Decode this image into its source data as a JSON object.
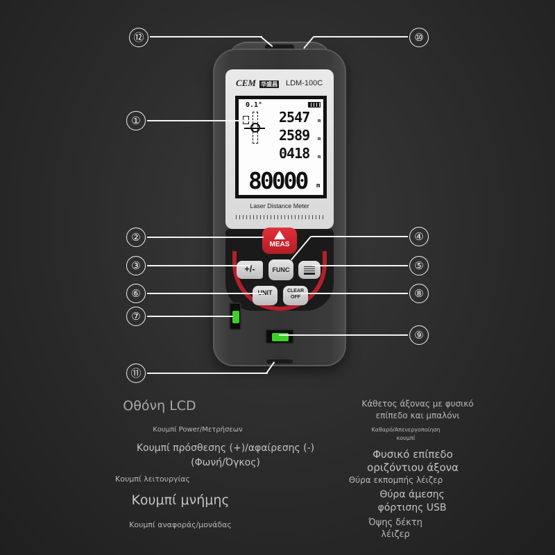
{
  "device": {
    "brand": "CEM",
    "brand_cn": "华盛昌",
    "model": "LDM-100C",
    "subtitle": "Laser Distance Meter",
    "lcd": {
      "top_left": "0.1°",
      "line1": "2547",
      "line2": "2589",
      "line3": "0418",
      "main": "80000",
      "unit": "m"
    },
    "buttons": {
      "meas": "MEAS",
      "func": "FUNC",
      "plus_minus": "+/-",
      "unit": "UNIT",
      "clear": "CLEAR",
      "off": "OFF"
    }
  },
  "callouts": [
    "①",
    "②",
    "③",
    "④",
    "⑤",
    "⑥",
    "⑦",
    "⑧",
    "⑨",
    "⑩",
    "⑪",
    "⑫"
  ],
  "labels": {
    "lcd_screen": "Οθόνη LCD",
    "power_meas": "Κουμπί Power/Μετρήσεων",
    "add_sub_line1": "Κουμπί πρόσθεσης (+)/αφαίρεσης (-)",
    "add_sub_line2": "(Φωνή/Όγκος)",
    "function": "Κουμπί λειτουργίας",
    "memory": "Κουμπί μνήμης",
    "reference_unit": "Κουμπί αναφοράς/μονάδας",
    "vertical_level_line1": "Κάθετος άξονας με φυσικό",
    "vertical_level_line2": "επίπεδο και μπαλόνι",
    "clear_off_line1": "Καθαρό/Απενεργοποίηση",
    "clear_off_line2": "κουμπί",
    "horizontal_level_line1": "Φυσικό επίπεδο",
    "horizontal_level_line2": "οριζόντιου άξονα",
    "laser_port": "Θύρα εκπομπής λέιζερ",
    "usb_line1": "Θύρα άμεσης",
    "usb_line2": "φόρτισης USB",
    "receiver_line1": "Όψης δέκτη",
    "receiver_line2": "λέιζερ"
  },
  "colors": {
    "background": "#2a2a2a",
    "accent_red": "#b4202a",
    "bubble_green": "#3fcf2a",
    "label_text": "#b9b9b9"
  }
}
